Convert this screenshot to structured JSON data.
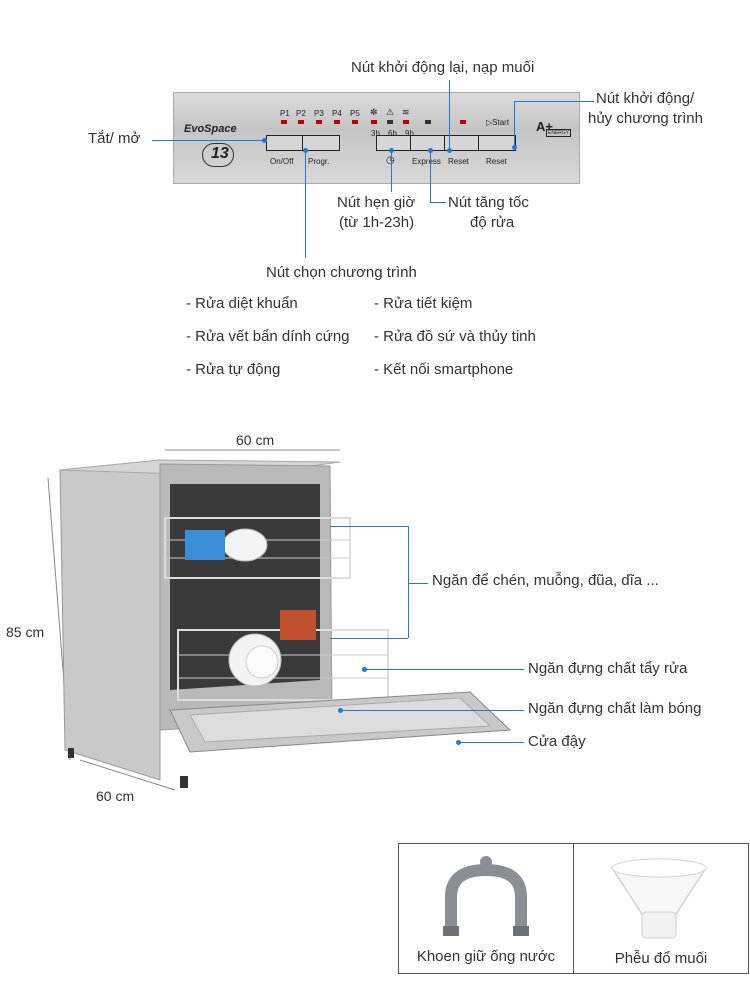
{
  "panel": {
    "brand": "EvoSpace",
    "place_settings": "13",
    "programs": [
      "P1",
      "P2",
      "P3",
      "P4",
      "P5"
    ],
    "timer_labels": [
      "3h",
      "6h",
      "9h"
    ],
    "start_label": "Start",
    "energy_label": "A+",
    "energy_sub": "ENERGY",
    "button_labels": [
      "On/Off",
      "Progr.",
      "Express",
      "Reset",
      "Reset"
    ]
  },
  "callouts": {
    "power": "Tắt/ mở",
    "restart_salt": "Nút khởi động lại, nạp muối",
    "start_cancel_1": "Nút khởi động/",
    "start_cancel_2": "hủy chương trình",
    "timer_1": "Nút hẹn giờ",
    "timer_2": "(từ 1h-23h)",
    "speed_1": "Nút tăng tốc",
    "speed_2": "độ rửa",
    "program_select": "Nút chọn chương trình"
  },
  "programs_list": {
    "col1": [
      "Rửa diệt khuẩn",
      "Rửa vết bẩn dính cứng",
      "Rửa tự động"
    ],
    "col2": [
      "Rửa tiết kiệm",
      "Rửa đồ sứ và thủy tinh",
      "Kết nối smartphone"
    ]
  },
  "dimensions": {
    "width_top": "60 cm",
    "height": "85 cm",
    "depth": "60 cm"
  },
  "parts": {
    "racks": "Ngăn để chén, muỗng, đũa, dĩa ...",
    "detergent": "Ngăn đựng chất tẩy rửa",
    "rinse_aid": "Ngăn đựng chất làm bóng",
    "door": "Cửa đậy"
  },
  "accessories": {
    "hose_holder": "Khoen giữ ống nước",
    "salt_funnel": "Phễu đổ muối"
  },
  "colors": {
    "accent_line": "#1e7ad6",
    "led": "#bb0000"
  }
}
